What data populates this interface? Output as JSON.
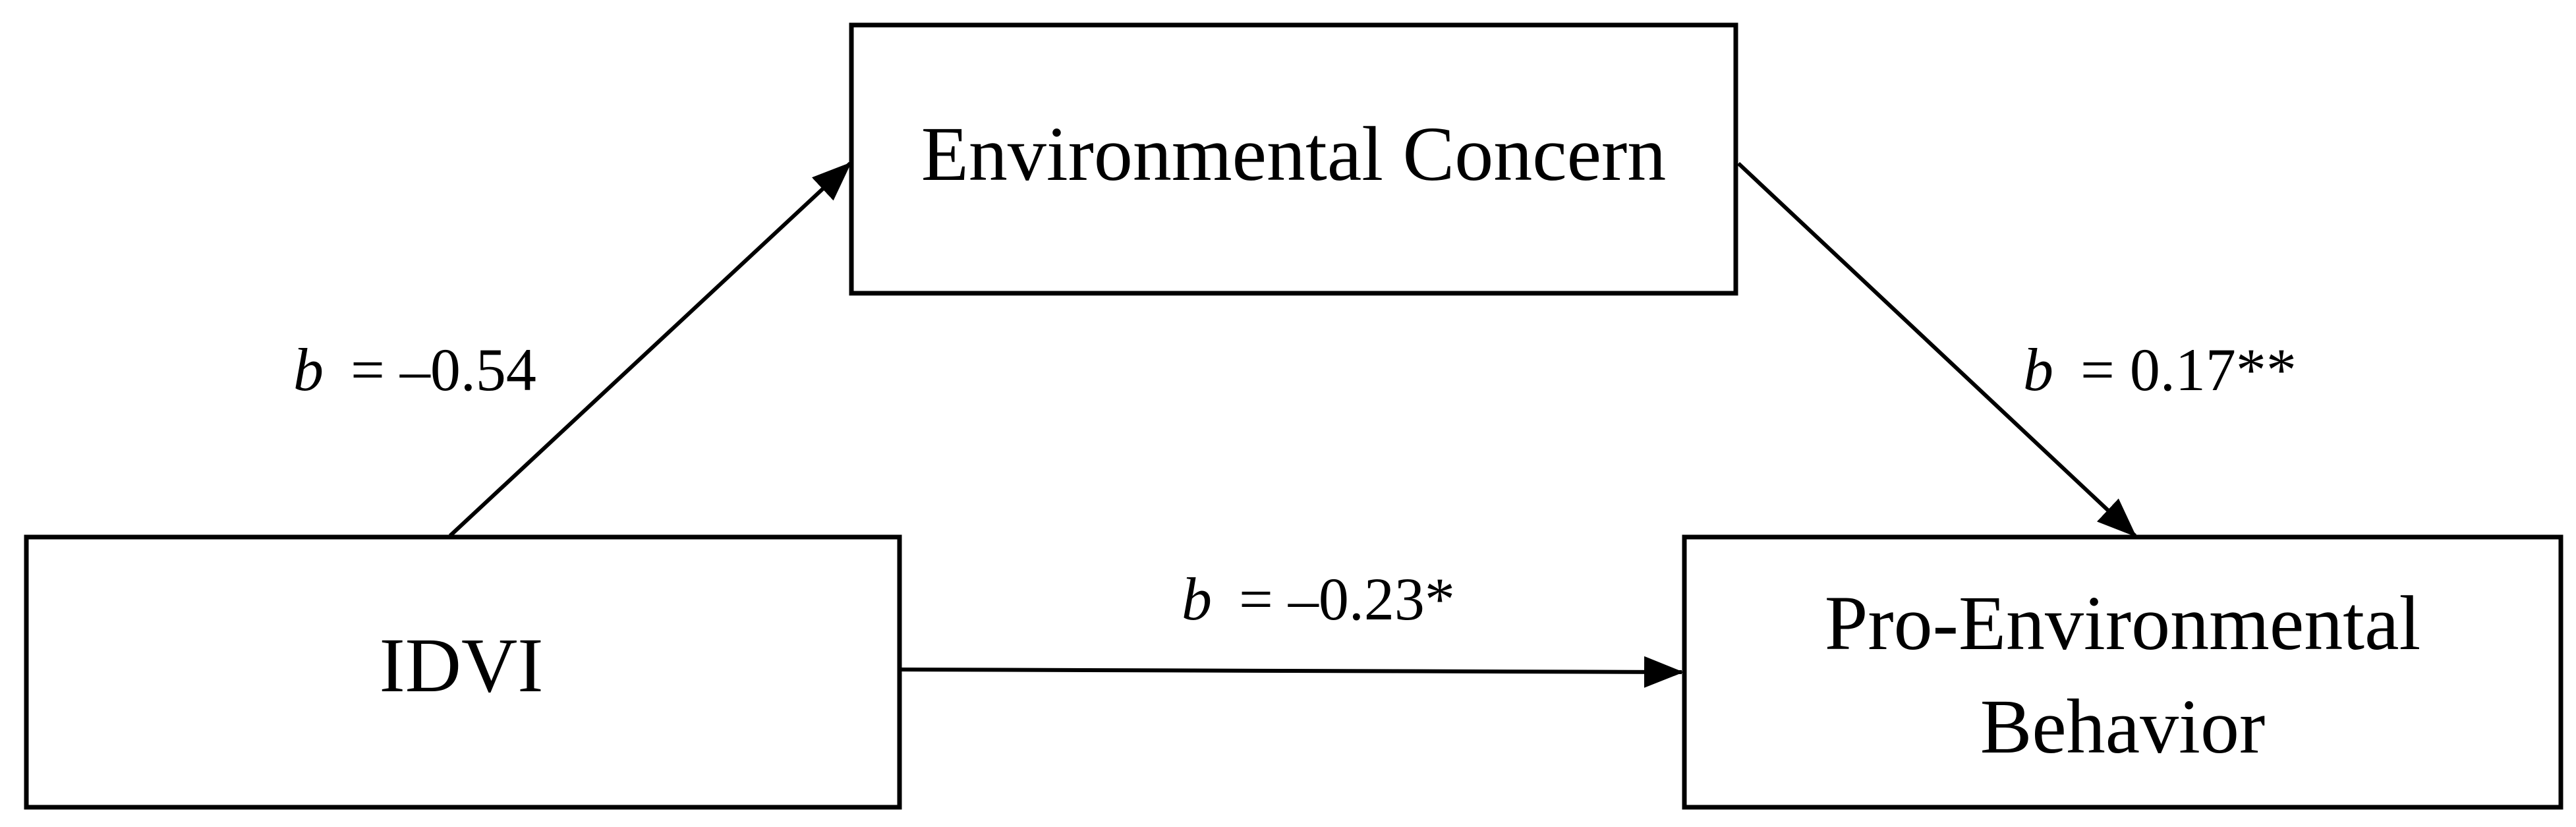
{
  "nodes": {
    "mediator": {
      "label": "Environmental Concern"
    },
    "predictor": {
      "label": "IDVI"
    },
    "outcome": {
      "label_line1": "Pro-Environmental",
      "label_line2": "Behavior"
    }
  },
  "paths": {
    "a": {
      "symbol": "b",
      "value": "= –0.54"
    },
    "b": {
      "symbol": "b",
      "value": "= 0.17**"
    },
    "c": {
      "symbol": "b",
      "value": "= –0.23*"
    }
  },
  "colors": {
    "stroke": "#000000",
    "background": "#ffffff"
  }
}
